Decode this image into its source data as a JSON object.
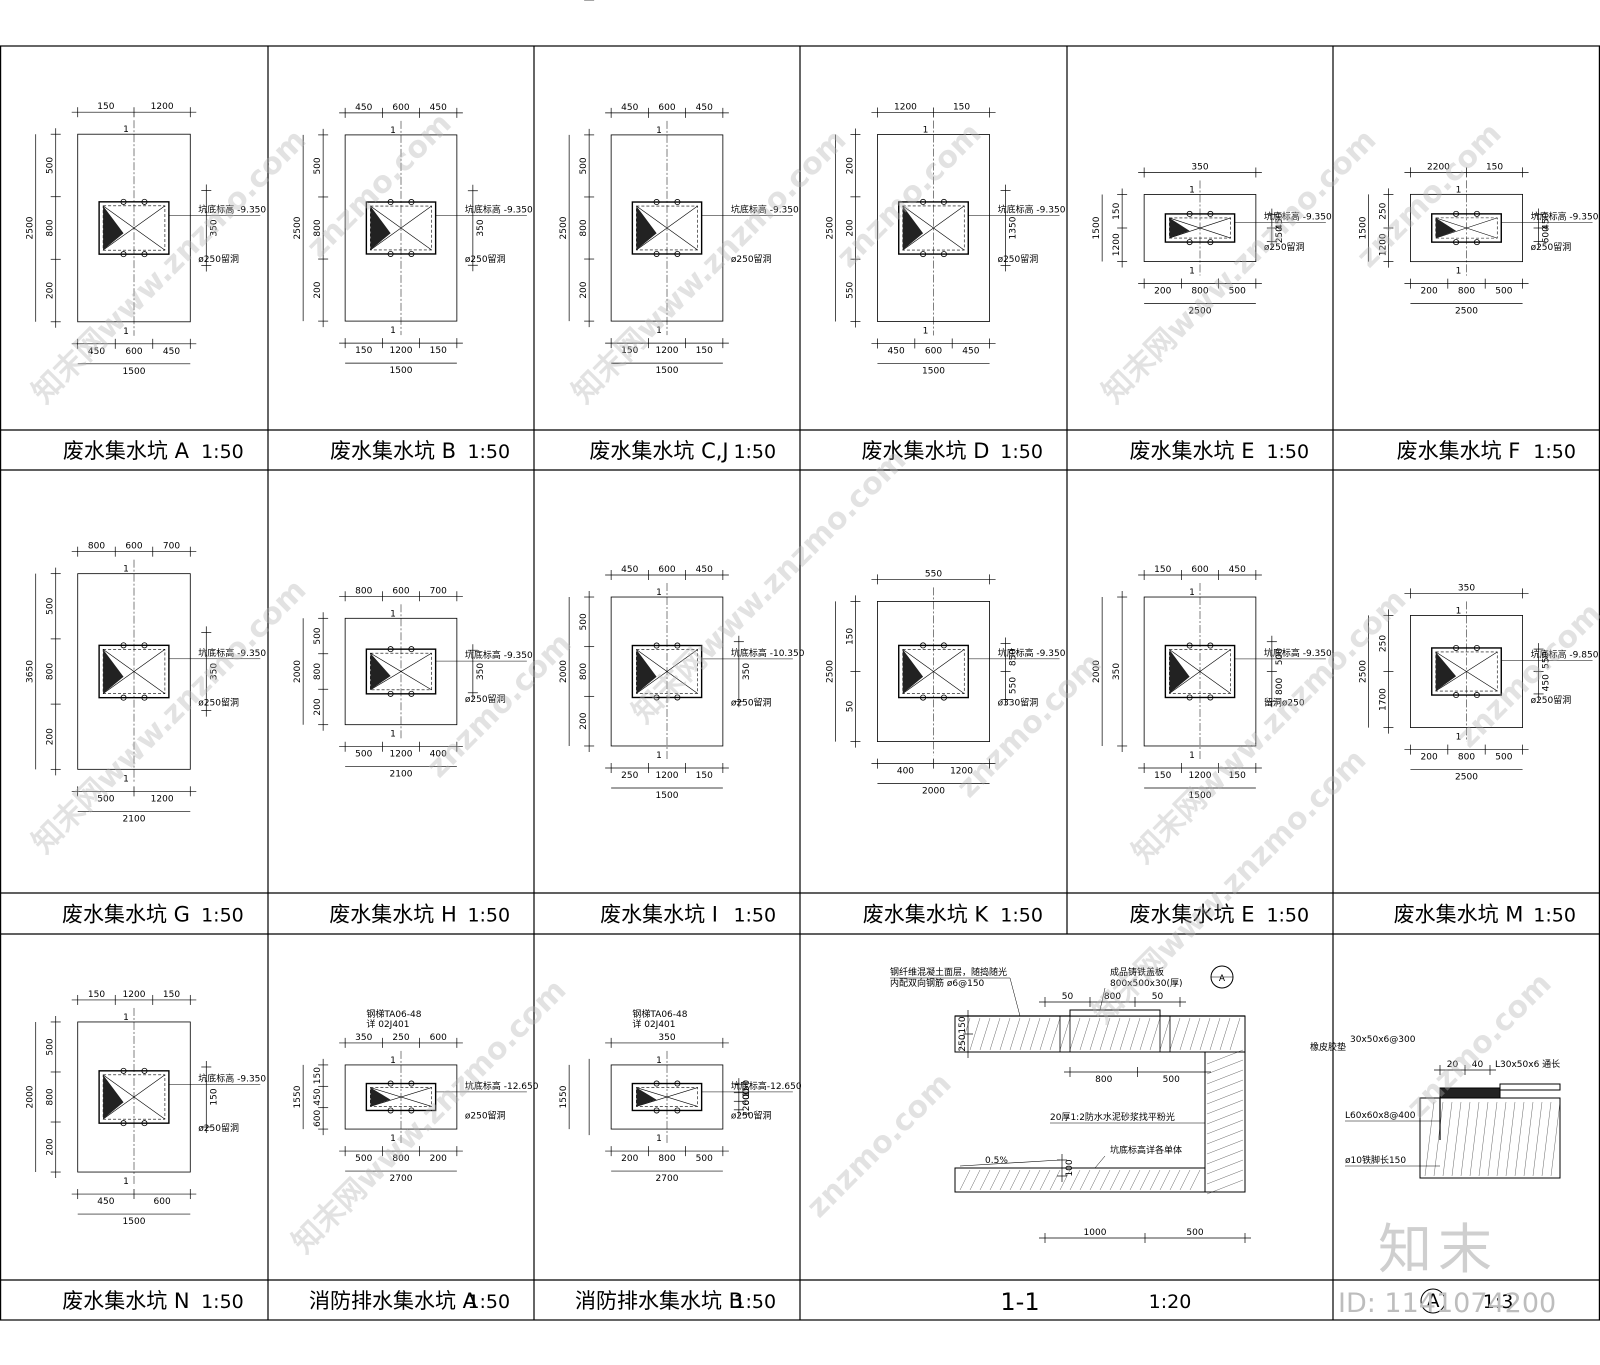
{
  "panels": [
    {
      "title": "废水集水坑 A",
      "scale": "1:50"
    },
    {
      "title": "废水集水坑 B",
      "scale": "1:50"
    },
    {
      "title": "废水集水坑 C,J",
      "scale": "1:50"
    },
    {
      "title": "废水集水坑 D",
      "scale": "1:50"
    },
    {
      "title": "废水集水坑 E",
      "scale": "1:50"
    },
    {
      "title": "废水集水坑 F",
      "scale": "1:50"
    },
    {
      "title": "废水集水坑 G",
      "scale": "1:50"
    },
    {
      "title": "废水集水坑 H",
      "scale": "1:50"
    },
    {
      "title": "废水集水坑 I",
      "scale": "1:50"
    },
    {
      "title": "废水集水坑 K",
      "scale": "1:50"
    },
    {
      "title": "废水集水坑 E",
      "scale": "1:50"
    },
    {
      "title": "废水集水坑 M",
      "scale": "1:50"
    },
    {
      "title": "废水集水坑 N",
      "scale": "1:50"
    },
    {
      "title": "消防排水集水坑 A",
      "scale": "1:50"
    },
    {
      "title": "消防排水集水坑 B",
      "scale": "1:50"
    },
    {
      "title": "1-1",
      "scale": "1:20"
    },
    {
      "title": "A",
      "scale": "1:3"
    }
  ],
  "plans": [
    {
      "total_w": "1500",
      "total_h": "2500",
      "top": [
        "150",
        "1200"
      ],
      "bottom": [
        "450",
        "600",
        "450"
      ],
      "left": [
        "500",
        "800",
        "200"
      ],
      "right": [
        "350"
      ],
      "bottom_note": "坑底标高 -9.350",
      "hole_note": "ø250留洞",
      "section_mark": "1"
    },
    {
      "total_w": "1500",
      "total_h": "2500",
      "top": [
        "450",
        "600",
        "450"
      ],
      "bottom": [
        "150",
        "1200",
        "150"
      ],
      "left": [
        "500",
        "800",
        "200"
      ],
      "right": [
        "350"
      ],
      "bottom_note": "坑底标高 -9.350",
      "hole_note": "ø250留洞",
      "section_mark": "1"
    },
    {
      "total_w": "1500",
      "total_h": "2500",
      "top": [
        "450",
        "600",
        "450"
      ],
      "bottom": [
        "150",
        "1200",
        "150"
      ],
      "left": [
        "500",
        "800",
        "200"
      ],
      "right": [],
      "bottom_note": "坑底标高 -9.350",
      "hole_note": "ø250留洞",
      "section_mark": "1"
    },
    {
      "total_w": "1500",
      "total_h": "2500",
      "top": [
        "1200",
        "150"
      ],
      "bottom": [
        "450",
        "600",
        "450"
      ],
      "left": [
        "200",
        "200",
        "550"
      ],
      "right": [
        "1350"
      ],
      "bottom_note": "坑底标高 -9.350",
      "hole_note": "ø250留洞",
      "section_mark": "1"
    },
    {
      "total_w": "2500",
      "total_h": "1500",
      "top": [
        "350"
      ],
      "bottom": [
        "200",
        "800",
        "500"
      ],
      "left": [
        "150",
        "1200"
      ],
      "right": [
        "450",
        "250"
      ],
      "bottom_note": "坑底标高 -9.350",
      "hole_note": "ø250留洞",
      "section_mark": "1"
    },
    {
      "total_w": "2500",
      "total_h": "1500",
      "top": [
        "2200",
        "150"
      ],
      "bottom": [
        "200",
        "800",
        "500"
      ],
      "left": [
        "250",
        "1200"
      ],
      "right": [
        "450",
        "600"
      ],
      "bottom_note": "坑底标高 -9.350",
      "hole_note": "ø250留洞",
      "section_mark": "1"
    },
    {
      "total_w": "2100",
      "total_h": "3650",
      "top": [
        "800",
        "600",
        "700"
      ],
      "bottom": [
        "500",
        "1200"
      ],
      "left": [
        "500",
        "800",
        "200"
      ],
      "right": [
        "350"
      ],
      "bottom_note": "坑底标高 -9.350",
      "hole_note": "ø250留洞",
      "section_mark": "1"
    },
    {
      "total_w": "2100",
      "total_h": "2000",
      "top": [
        "800",
        "600",
        "700"
      ],
      "bottom": [
        "500",
        "1200",
        "400"
      ],
      "left": [
        "500",
        "800",
        "200"
      ],
      "right": [
        "350"
      ],
      "bottom_note": "坑底标高 -9.350",
      "hole_note": "ø250留洞",
      "section_mark": "1"
    },
    {
      "total_w": "1500",
      "total_h": "2000",
      "top": [
        "450",
        "600",
        "450"
      ],
      "bottom": [
        "250",
        "1200",
        "150"
      ],
      "left": [
        "500",
        "800",
        "200"
      ],
      "right": [
        "350"
      ],
      "bottom_note": "坑底标高 -10.350",
      "hole_note": "ø250留洞",
      "section_mark": "1"
    },
    {
      "total_w": "2000",
      "total_h": "2500",
      "top": [
        "550"
      ],
      "bottom": [
        "400",
        "1200"
      ],
      "left": [
        "150",
        "50"
      ],
      "right": [
        "850",
        "550"
      ],
      "bottom_note": "坑底标高 -9.350",
      "hole_note": "ø330留洞",
      "section_mark": ""
    },
    {
      "total_w": "1500",
      "total_h": "2000",
      "top": [
        "150",
        "600",
        "450"
      ],
      "bottom": [
        "150",
        "1200",
        "150"
      ],
      "left": [
        "350"
      ],
      "right": [
        "500",
        "800"
      ],
      "bottom_note": "坑底标高 -9.350",
      "hole_note": "留洞ø250",
      "section_mark": "1"
    },
    {
      "total_w": "2500",
      "total_h": "2500",
      "top": [
        "350"
      ],
      "bottom": [
        "200",
        "800",
        "500"
      ],
      "left": [
        "250",
        "1700"
      ],
      "right": [
        "550",
        "450"
      ],
      "bottom_note": "坑底标高 -9.850",
      "hole_note": "ø250留洞",
      "section_mark": "1"
    },
    {
      "total_w": "1500",
      "total_h": "2000",
      "top": [
        "150",
        "1200",
        "150"
      ],
      "bottom": [
        "450",
        "600"
      ],
      "left": [
        "500",
        "800",
        "200"
      ],
      "right": [
        "150"
      ],
      "bottom_note": "坑底标高 -9.350",
      "hole_note": "ø250留洞",
      "section_mark": "1"
    },
    {
      "total_w": "2700",
      "total_h": "1550",
      "top": [
        "350",
        "250",
        "600"
      ],
      "bottom": [
        "500",
        "800",
        "200"
      ],
      "left": [
        "150",
        "450",
        "600"
      ],
      "right": [],
      "bottom_note": "坑底标高 -12.650",
      "hole_note": "ø250留洞",
      "section_mark": "1",
      "ladder_note": "钢梯TA06-48",
      "ref_note": "详 02J401"
    },
    {
      "total_w": "2700",
      "total_h": "1550",
      "top": [
        "350"
      ],
      "bottom": [
        "200",
        "800",
        "500"
      ],
      "left": [],
      "right": [
        "150",
        "600",
        "1200"
      ],
      "bottom_note": "坑底标高-12.650",
      "hole_note": "ø250留洞",
      "section_mark": "1",
      "ladder_note": "钢梯TA06-48",
      "ref_note": "详 02J401"
    }
  ],
  "section_1_1": {
    "top_note_1": "钢纤维混凝土面层，随捣随光",
    "top_note_2": "内配双向钢筋 ø6@150",
    "cover_note_1": "成品铸铁盖板",
    "cover_note_2": "800x500x30(厚)",
    "callout": "A",
    "dims_top": [
      "50",
      "800",
      "50"
    ],
    "dims_left": [
      "150",
      "250"
    ],
    "dims_mid": [
      "800",
      "500"
    ],
    "plaster_note": "20厚1:2防水水泥砂浆找平粉光",
    "slope": "0.5%",
    "pit_note": "坑底标高详各单体",
    "dims_floor": [
      "100"
    ],
    "dims_bottom": [
      "1000",
      "500"
    ]
  },
  "detail_a": {
    "rubber": "橡皮胶垫",
    "angle_top": "30x50x6@300",
    "angle_right": "L30x50x6 通长",
    "dims": [
      "20",
      "40"
    ],
    "angle_left": "L60x60x8@400",
    "rebar": "ø10铁脚长150"
  },
  "watermark": "znzmo.com",
  "watermark_cn": "知末网www.znzmo.com",
  "brand": "知末",
  "id_label": "ID: 1141074200"
}
